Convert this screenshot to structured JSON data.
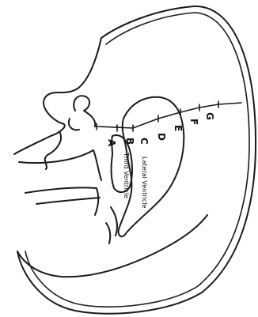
{
  "diagram": {
    "ink_color": "#1a1a1a",
    "background": "#ffffff",
    "measurement_points": [
      "A",
      "B",
      "C",
      "D",
      "E",
      "F",
      "G"
    ],
    "structures": {
      "lateral_ventricle": "Lateral Ventricle",
      "third_ventricle": "Third Ventricle"
    }
  }
}
